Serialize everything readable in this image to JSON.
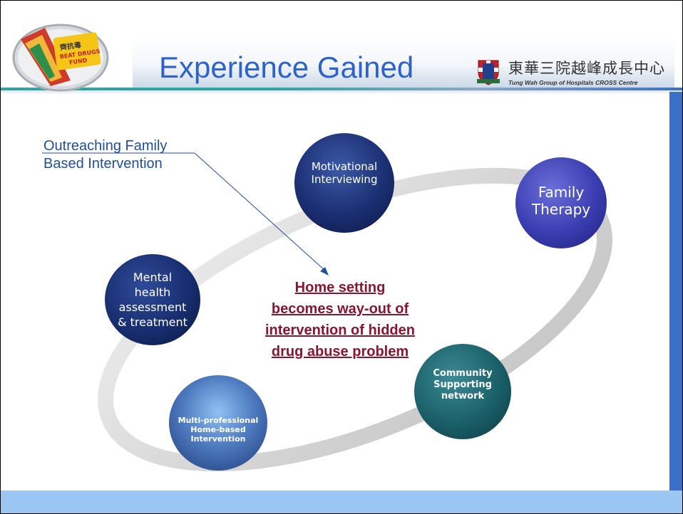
{
  "title": "Experience Gained",
  "logo_text": "齊抗毒 BEAT DRUGS FUND",
  "organization": {
    "name_zh": "東華三院越峰成長中心",
    "name_en": "Tung Wah Group of Hospitals CROSS Centre"
  },
  "callout": {
    "line1": "Outreaching Family",
    "line2": "Based Intervention"
  },
  "center_text": {
    "line1": "Home setting",
    "line2": "becomes way-out of",
    "line3": "intervention of hidden",
    "line4": "drug abuse problem"
  },
  "nodes": {
    "motivational": "Motivational\nInterviewing",
    "family": "Family\nTherapy",
    "mental": "Mental\nhealth\nassessment\n& treatment",
    "multi": "Multi-professional\nHome-based\nIntervention",
    "community": "Community\nSupporting\nnetwork"
  },
  "colors": {
    "title": "#2f62c9",
    "callout": "#1f4f9c",
    "center_text": "#8b1530",
    "right_bar": "#3a6fc8",
    "bottom_bar": "#99c6f2"
  }
}
